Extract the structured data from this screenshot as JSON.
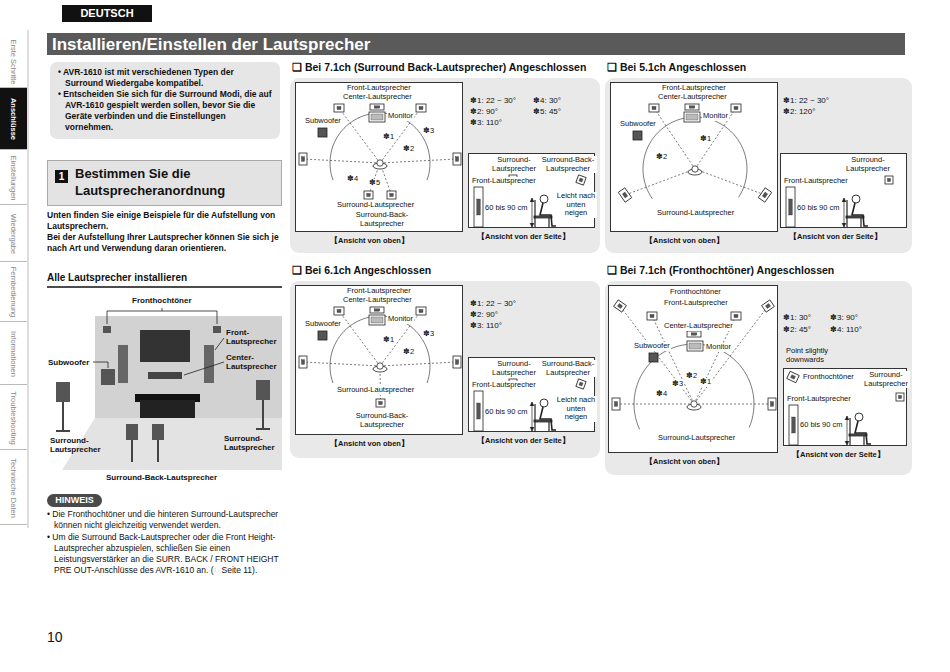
{
  "diagram": {
    "title": "Installieren/Einstellen der Lautsprecher",
    "nodes": [
      {
        "text": [
          "DEUTSCH"
        ]
      },
      {
        "text": [
          "Erste Schritte"
        ]
      },
      {
        "text": [
          "Anschlüsse"
        ]
      },
      {
        "text": [
          "Einstellungen"
        ]
      },
      {
        "text": [
          "Wiedergabe"
        ]
      },
      {
        "text": [
          "Fernbedienung"
        ]
      },
      {
        "text": [
          "Informationen"
        ]
      },
      {
        "text": [
          "Troubleshooting"
        ]
      },
      {
        "text": [
          "Technische Daten"
        ]
      },
      {
        "text": [
          "• AVR-1610 ist mit verschiedenen Typen der Surround Wiedergabe kompatibel.",
          "• Entscheiden Sie sich für die Surround Modi, die auf AVR-1610 gespielt werden sollen, bevor Sie die Geräte verbinden und die Einstellungen vornehmen."
        ]
      },
      {
        "text": [
          "1",
          "Bestimmen Sie die Lautsprecheranordnung"
        ]
      },
      {
        "text": [
          "HINWEIS"
        ]
      },
      {
        "text": [
          "❑ Bei 7.1ch (Surround Back-Lautsprecher) Angeschlossen",
          "✽1: 22 ~ 30°",
          "✽2: 90°",
          "✽3: 110°",
          "✽4: 30°",
          "✽5: 45°"
        ]
      },
      {
        "text": [
          "Front-Lautsprecher",
          "Center-Lautsprecher",
          "Monitor",
          "Subwoofer",
          "✽1",
          "✽2",
          "✽3",
          "✽4",
          "✽5",
          "Surround-Lautsprecher",
          "Surround-Back-Lautsprecher",
          "【Ansicht von oben】"
        ],
        "in": 12
      },
      {
        "text": [
          "Surround-Lautsprecher",
          "Surround-Back-Lautsprecher",
          "Front-Lautsprecher",
          "60 bis 90 cm",
          "Leicht nach unten neigen",
          "【Ansicht von der Seite】"
        ],
        "in": 12
      },
      {
        "text": [
          "❑ Bei 5.1ch Angeschlossen",
          "✽1: 22 ~ 30°",
          "✽2: 120°"
        ]
      },
      {
        "text": [
          "Front-Lautsprecher",
          "Center-Lautsprecher",
          "Monitor",
          "Subwoofer",
          "✽1",
          "✽2",
          "Surround-Lautsprecher",
          "【Ansicht von oben】"
        ],
        "in": 15
      },
      {
        "text": [
          "Surround-Lautsprecher",
          "Front-Lautsprecher",
          "60 bis 90 cm",
          "【Ansicht von der Seite】"
        ],
        "in": 15
      },
      {
        "text": [
          "❑ Bei 6.1ch Angeschlossen",
          "✽1: 22 ~ 30°",
          "✽2: 90°",
          "✽3: 110°"
        ]
      },
      {
        "text": [
          "Front-Lautsprecher",
          "Center-Lautsprecher",
          "Monitor",
          "Subwoofer",
          "✽1",
          "✽2",
          "✽3",
          "Surround-Lautsprecher",
          "Surround-Back-Lautsprecher",
          "【Ansicht von oben】"
        ],
        "in": 18
      },
      {
        "text": [
          "Surround-Lautsprecher",
          "Surround-Back-Lautsprecher",
          "Front-Lautsprecher",
          "60 bis 90 cm",
          "Leicht nach unten neigen",
          "【Ansicht von der Seite】"
        ],
        "in": 18
      },
      {
        "text": [
          "❑ Bei 7.1ch (Fronthochtöner) Angeschlossen",
          "✽1: 30°",
          "✽2: 45°",
          "✽3: 90°",
          "✽4: 110°"
        ]
      },
      {
        "text": [
          "Fronthochtöner",
          "Front-Lautsprecher",
          "Center-Lautsprecher",
          "Subwoofer",
          "Monitor",
          "✽1",
          "✽2",
          "✽3",
          "✽4",
          "Surround-Lautsprecher",
          "【Ansicht von oben】"
        ],
        "in": 21
      },
      {
        "text": [
          "Point slightly downwards",
          "Fronthochtöner",
          "Surround-Lautsprecher",
          "Front-Lautsprecher",
          "60 bis 90 cm",
          "【Ansicht von der Seite】"
        ],
        "in": 21
      }
    ],
    "labels": [
      "Unten finden Sie einige Beispiele für die Aufstellung von Lautsprechern.",
      "Bei der Aufstellung Ihrer Lautsprecher können Sie sich je nach Art und Verwendung daran orientieren.",
      "Alle Lautsprecher installieren",
      "Fronthochtöner",
      "Front-Lautsprecher",
      "Subwoofer",
      "Center-Lautsprecher",
      "Surround-Lautsprecher",
      "Surround-Lautsprecher",
      "Surround-Back-Lautsprecher",
      "• Die Fronthochtöner und die hinteren Surround-Lautsprecher können nicht gleichzeitig verwendet werden.",
      "• Um die Surround Back-Lautsprecher oder die Front Height-Lautsprecher abzuspielen, schließen Sie einen Leistungsverstärker an die SURR. BACK / FRONT HEIGHT PRE OUT-Anschlüsse des AVR-1610 an. (☞Seite 11).",
      "10"
    ]
  }
}
